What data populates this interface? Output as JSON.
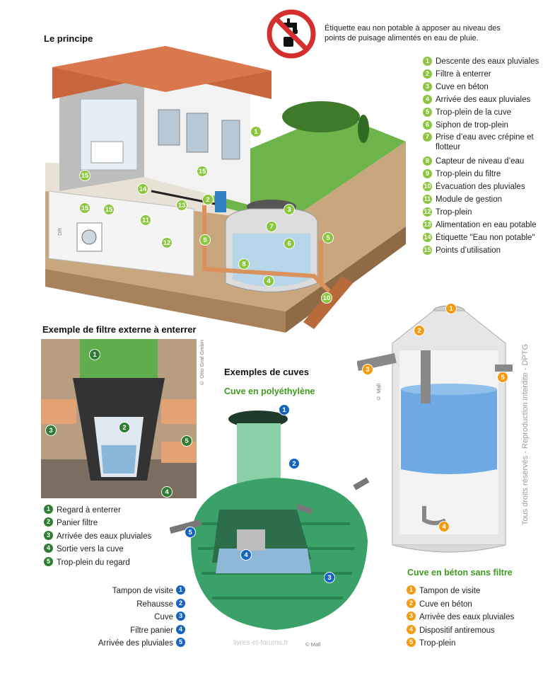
{
  "warning": {
    "text_line1": "Étiquette eau non potable à apposer au niveau des",
    "text_line2": "points de puisage alimentés en eau de pluie."
  },
  "principle": {
    "title": "Le principe",
    "credit": "DR",
    "legend": [
      {
        "n": "1",
        "label": "Descente des eaux pluviales"
      },
      {
        "n": "2",
        "label": "Filtre à enterrer"
      },
      {
        "n": "3",
        "label": "Cuve en béton"
      },
      {
        "n": "4",
        "label": "Arrivée des eaux pluviales"
      },
      {
        "n": "5",
        "label": "Trop-plein de la cuve"
      },
      {
        "n": "6",
        "label": "Siphon de trop-plein"
      },
      {
        "n": "7",
        "label": "Prise d’eau avec crépine et flotteur"
      },
      {
        "n": "8",
        "label": "Capteur de niveau d’eau"
      },
      {
        "n": "9",
        "label": "Trop-plein du filtre"
      },
      {
        "n": "10",
        "label": "Évacuation des pluviales"
      },
      {
        "n": "11",
        "label": "Module de gestion"
      },
      {
        "n": "12",
        "label": "Trop-plein"
      },
      {
        "n": "13",
        "label": "Alimentation en eau potable"
      },
      {
        "n": "14",
        "label": "Étiquette \"Eau non potable\""
      },
      {
        "n": "15",
        "label": "Points d’utilisation"
      }
    ],
    "markers": [
      "1",
      "2",
      "3",
      "4",
      "5",
      "6",
      "7",
      "8",
      "9",
      "10",
      "11",
      "12",
      "13",
      "14",
      "15",
      "15",
      "15",
      "15"
    ]
  },
  "filter": {
    "title": "Exemple de filtre externe à enterrer",
    "credit": "© Otto Graf GmbH",
    "legend": [
      {
        "n": "1",
        "label": "Regard à enterrer"
      },
      {
        "n": "2",
        "label": "Panier filtre"
      },
      {
        "n": "3",
        "label": "Arrivée des eaux pluviales"
      },
      {
        "n": "4",
        "label": "Sortie vers la cuve"
      },
      {
        "n": "5",
        "label": "Trop-plein du regard"
      }
    ]
  },
  "tanks": {
    "title": "Exemples de cuves",
    "poly": {
      "title": "Cuve en polyéthylène",
      "credit": "© Mall",
      "legend": [
        {
          "n": "1",
          "label": "Tampon de visite"
        },
        {
          "n": "2",
          "label": "Rehausse"
        },
        {
          "n": "3",
          "label": "Cuve"
        },
        {
          "n": "4",
          "label": "Filtre panier"
        },
        {
          "n": "5",
          "label": "Arrivée des pluviales"
        }
      ]
    },
    "concrete": {
      "title": "Cuve en béton sans filtre",
      "credit": "© Mall",
      "legend": [
        {
          "n": "1",
          "label": "Tampon de visite"
        },
        {
          "n": "2",
          "label": "Cuve en béton"
        },
        {
          "n": "3",
          "label": "Arrivée des eaux pluviales"
        },
        {
          "n": "4",
          "label": "Dispositif antiremous"
        },
        {
          "n": "5",
          "label": "Trop-plein"
        }
      ]
    }
  },
  "rights": "Tous droits réservés - Reproduction interdite - DPTG",
  "watermark": "livres-et-forums.fr"
}
